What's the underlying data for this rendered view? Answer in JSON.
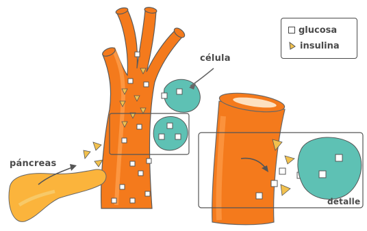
{
  "labels": {
    "celula": "célula",
    "pancreas": "páncreas",
    "detalle": "detalle"
  },
  "legend": {
    "glucosa": "glucosa",
    "insulina": "insulina"
  },
  "colors": {
    "vessel": "#f47a1c",
    "vessel_dark": "#d85e0a",
    "vessel_light": "#ffb066",
    "cell": "#5ec1b4",
    "cell_dark": "#3a9a8f",
    "pancreas": "#fbb43c",
    "insulin": "#f2c14e",
    "frame": "#555555"
  },
  "icons": {
    "glucose": "white-square",
    "insulin": "yellow-triangle"
  }
}
